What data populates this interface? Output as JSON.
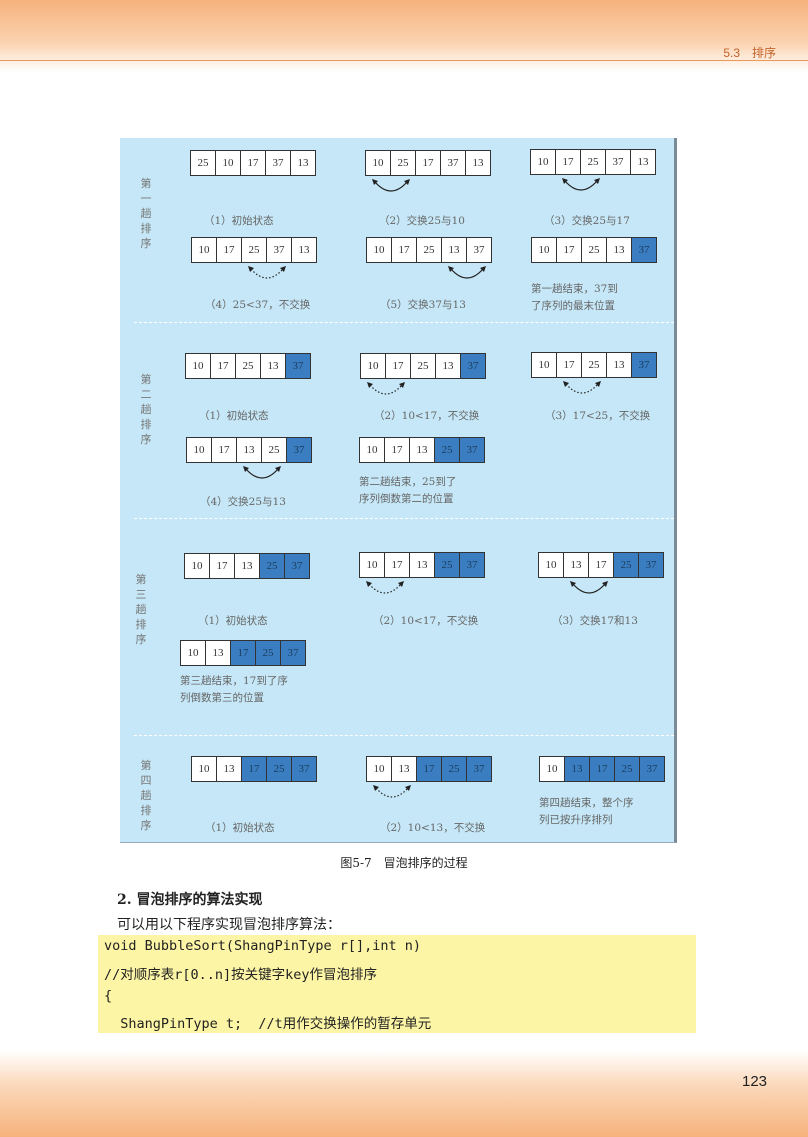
{
  "header": {
    "section": "5.3　排序"
  },
  "figure": {
    "caption": "图5-7　冒泡排序的过程",
    "passes": [
      {
        "label": "第一趟排序",
        "steps": [
          {
            "values": [
              25,
              10,
              17,
              37,
              13
            ],
            "sorted": 0,
            "arrow": null,
            "caption": [
              "（1）初始状态"
            ]
          },
          {
            "values": [
              10,
              25,
              17,
              37,
              13
            ],
            "sorted": 0,
            "arrow": {
              "index": 0,
              "swap": true
            },
            "caption": [
              "（2）交换25与10"
            ]
          },
          {
            "values": [
              10,
              17,
              25,
              37,
              13
            ],
            "sorted": 0,
            "arrow": {
              "index": 1,
              "swap": true
            },
            "caption": [
              "（3）交换25与17"
            ]
          },
          {
            "values": [
              10,
              17,
              25,
              37,
              13
            ],
            "sorted": 0,
            "arrow": {
              "index": 2,
              "swap": false
            },
            "caption": [
              "（4）25<37，不交换"
            ]
          },
          {
            "values": [
              10,
              17,
              25,
              13,
              37
            ],
            "sorted": 0,
            "arrow": {
              "index": 3,
              "swap": true
            },
            "caption": [
              "（5）交换37与13"
            ]
          },
          {
            "values": [
              10,
              17,
              25,
              13,
              37
            ],
            "sorted": 1,
            "arrow": null,
            "caption": [
              "第一趟结束，37到",
              "了序列的最末位置"
            ]
          }
        ]
      },
      {
        "label": "第二趟排序",
        "steps": [
          {
            "values": [
              10,
              17,
              25,
              13,
              37
            ],
            "sorted": 1,
            "arrow": null,
            "caption": [
              "（1）初始状态"
            ]
          },
          {
            "values": [
              10,
              17,
              25,
              13,
              37
            ],
            "sorted": 1,
            "arrow": {
              "index": 0,
              "swap": false
            },
            "caption": [
              "（2）10<17，不交换"
            ]
          },
          {
            "values": [
              10,
              17,
              25,
              13,
              37
            ],
            "sorted": 1,
            "arrow": {
              "index": 1,
              "swap": false
            },
            "caption": [
              "（3）17<25，不交换"
            ]
          },
          {
            "values": [
              10,
              17,
              13,
              25,
              37
            ],
            "sorted": 1,
            "arrow": {
              "index": 2,
              "swap": true
            },
            "caption": [
              "（4）交换25与13"
            ]
          },
          {
            "values": [
              10,
              17,
              13,
              25,
              37
            ],
            "sorted": 2,
            "arrow": null,
            "caption": [
              "第二趟结束，25到了",
              "序列倒数第二的位置"
            ]
          }
        ]
      },
      {
        "label": "第三趟排序",
        "steps": [
          {
            "values": [
              10,
              17,
              13,
              25,
              37
            ],
            "sorted": 2,
            "arrow": null,
            "caption": [
              "（1）初始状态"
            ]
          },
          {
            "values": [
              10,
              17,
              13,
              25,
              37
            ],
            "sorted": 2,
            "arrow": {
              "index": 0,
              "swap": false
            },
            "caption": [
              "（2）10<17，不交换"
            ]
          },
          {
            "values": [
              10,
              13,
              17,
              25,
              37
            ],
            "sorted": 2,
            "arrow": {
              "index": 1,
              "swap": true
            },
            "caption": [
              "（3）交换17和13"
            ]
          },
          {
            "values": [
              10,
              13,
              17,
              25,
              37
            ],
            "sorted": 3,
            "arrow": null,
            "caption": [
              "第三趟结束，17到了序",
              "列倒数第三的位置"
            ]
          }
        ]
      },
      {
        "label": "第四趟排序",
        "steps": [
          {
            "values": [
              10,
              13,
              17,
              25,
              37
            ],
            "sorted": 3,
            "arrow": null,
            "caption": [
              "（1）初始状态"
            ]
          },
          {
            "values": [
              10,
              13,
              17,
              25,
              37
            ],
            "sorted": 3,
            "arrow": {
              "index": 0,
              "swap": false
            },
            "caption": [
              "（2）10<13，不交换"
            ]
          },
          {
            "values": [
              10,
              13,
              17,
              25,
              37
            ],
            "sorted": 4,
            "arrow": null,
            "caption": [
              "第四趟结束，整个序",
              "列已按升序排列"
            ]
          }
        ]
      }
    ]
  },
  "section": {
    "heading": "2.  冒泡排序的算法实现",
    "intro": "可以用以下程序实现冒泡排序算法：",
    "code": [
      "void BubbleSort(ShangPinType r[],int n)",
      "//对顺序表r[0..n]按关键字key作冒泡排序",
      "{",
      "  ShangPinType t;  //t用作交换操作的暂存单元"
    ]
  },
  "footer": {
    "page_number": "123"
  }
}
